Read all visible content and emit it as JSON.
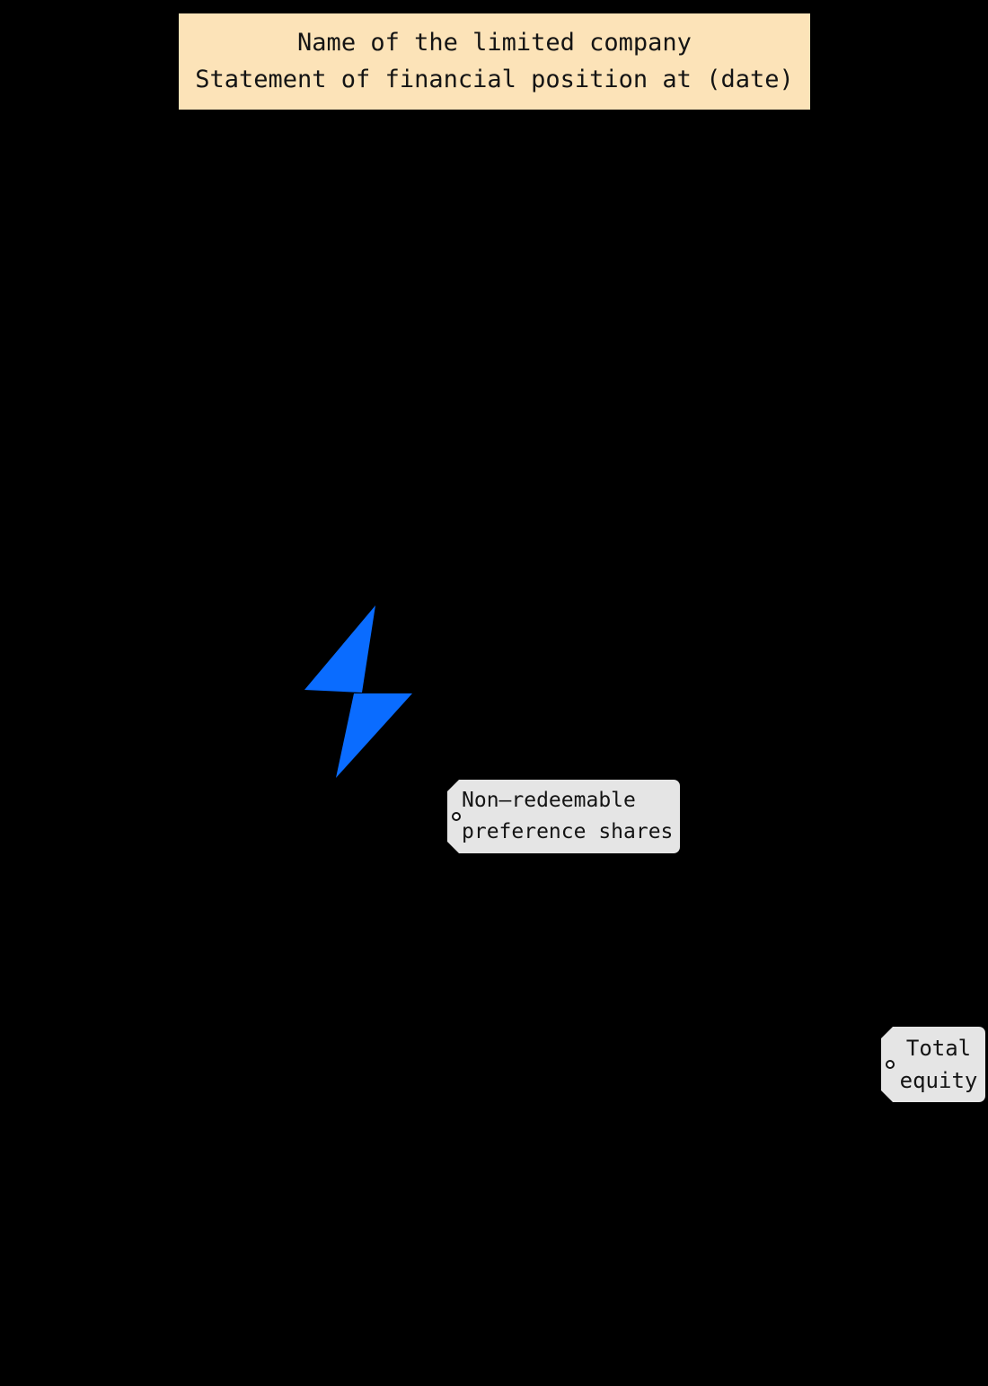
{
  "colors": {
    "background": "#000000",
    "title_fill": "#fce3b8",
    "tag_fill": "#e5e5e5",
    "bolt": "#0a6cff",
    "text": "#141414"
  },
  "title_box": {
    "line1": "Name of the limited company",
    "line2": "Statement of financial position at (date)"
  },
  "icons": {
    "bolt": "lightning-bolt-icon",
    "tag_eyelet": "tag-hole-icon"
  },
  "tags": [
    {
      "line1": "Non—redeemable",
      "line2": "preference shares"
    },
    {
      "line1": "Total",
      "line2": "equity"
    }
  ]
}
